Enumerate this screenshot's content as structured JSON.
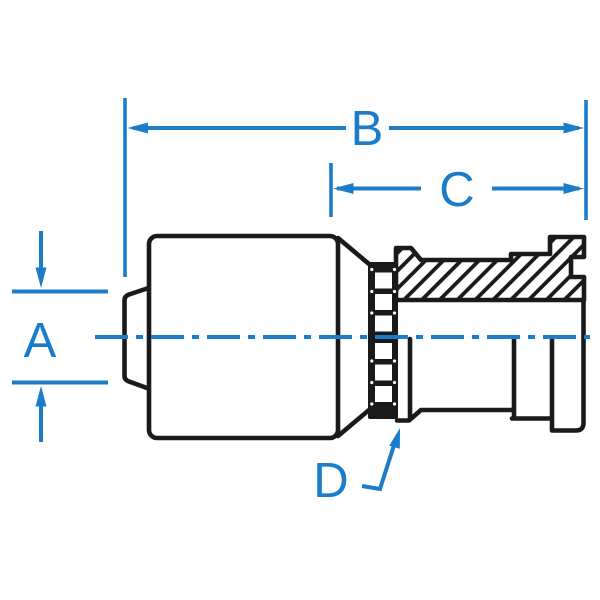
{
  "colors": {
    "dimension_blue": "#1b7cca",
    "line_black": "#1a1a1a",
    "background": "#ffffff"
  },
  "drawing": {
    "type": "technical-dimension-drawing",
    "dimensions": {
      "a": {
        "label": "A"
      },
      "b": {
        "label": "B"
      },
      "c": {
        "label": "C"
      },
      "d": {
        "label": "D"
      }
    }
  }
}
